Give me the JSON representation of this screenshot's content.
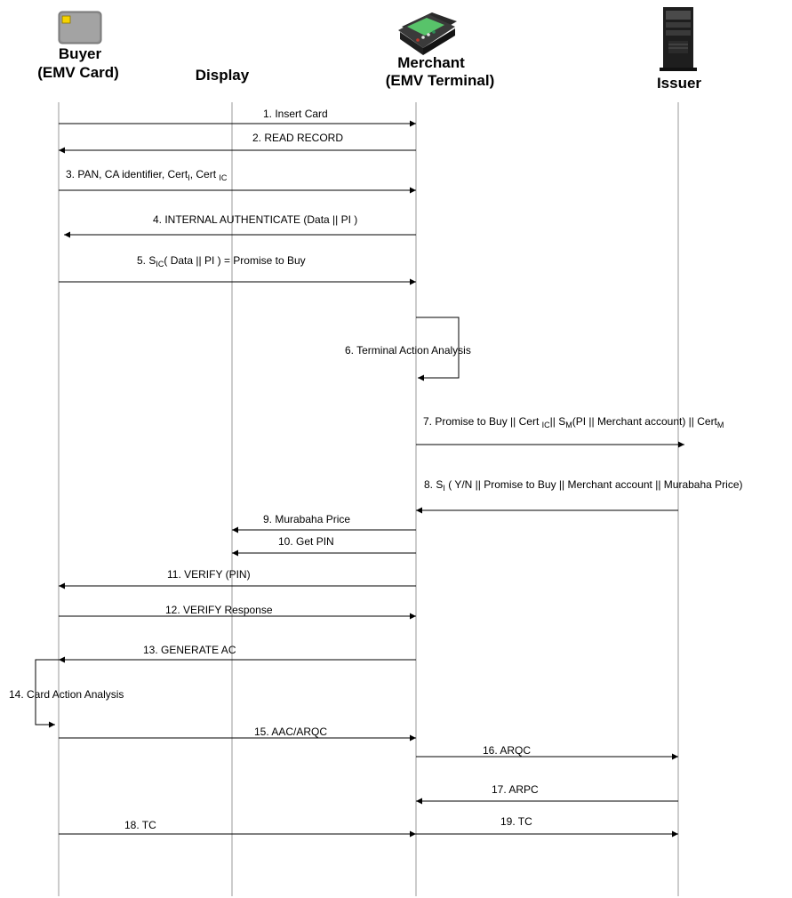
{
  "actors": [
    {
      "id": "buyer",
      "lines": [
        "Buyer",
        "(EMV Card)"
      ],
      "icon": "smart-card-icon"
    },
    {
      "id": "display",
      "lines": [
        "Display"
      ],
      "icon": ""
    },
    {
      "id": "merchant",
      "lines": [
        "Merchant",
        "(EMV Terminal)"
      ],
      "icon": "payment-terminal-icon"
    },
    {
      "id": "issuer",
      "lines": [
        "Issuer"
      ],
      "icon": "server-tower-icon"
    }
  ],
  "messages": [
    {
      "step": 1,
      "from": "buyer",
      "to": "merchant",
      "segments": [
        {
          "t": "1. Insert Card"
        }
      ]
    },
    {
      "step": 2,
      "from": "merchant",
      "to": "buyer",
      "segments": [
        {
          "t": "2.  READ RECORD"
        }
      ]
    },
    {
      "step": 3,
      "from": "buyer",
      "to": "merchant",
      "segments": [
        {
          "t": "3.  PAN, CA identifier, Cert"
        },
        {
          "t": "I",
          "sub": true
        },
        {
          "t": ", Cert "
        },
        {
          "t": "IC",
          "sub": true
        }
      ]
    },
    {
      "step": 4,
      "from": "merchant",
      "to": "buyer",
      "segments": [
        {
          "t": "4.  INTERNAL AUTHENTICATE (Data || PI )"
        }
      ]
    },
    {
      "step": 5,
      "from": "buyer",
      "to": "merchant",
      "segments": [
        {
          "t": "5. S"
        },
        {
          "t": "IC",
          "sub": true
        },
        {
          "t": "( Data || PI )      = Promise to Buy"
        }
      ]
    },
    {
      "step": 6,
      "from": "merchant",
      "to": "merchant",
      "segments": [
        {
          "t": "6. Terminal Action Analysis"
        }
      ]
    },
    {
      "step": 7,
      "from": "merchant",
      "to": "issuer",
      "segments": [
        {
          "t": "7. Promise to Buy || Cert "
        },
        {
          "t": "IC",
          "sub": true
        },
        {
          "t": "|| S"
        },
        {
          "t": "M",
          "sub": true
        },
        {
          "t": "(PI || Merchant account) || Cert"
        },
        {
          "t": "M",
          "sub": true
        }
      ]
    },
    {
      "step": 8,
      "from": "issuer",
      "to": "merchant",
      "segments": [
        {
          "t": "8. S"
        },
        {
          "t": "I",
          "sub": true
        },
        {
          "t": " ( Y/N || Promise to Buy || Merchant account || Murabaha Price)"
        }
      ]
    },
    {
      "step": 9,
      "from": "merchant",
      "to": "display",
      "segments": [
        {
          "t": "9. Murabaha Price"
        }
      ]
    },
    {
      "step": 10,
      "from": "merchant",
      "to": "display",
      "segments": [
        {
          "t": "10. Get  PIN"
        }
      ]
    },
    {
      "step": 11,
      "from": "merchant",
      "to": "buyer",
      "segments": [
        {
          "t": "11. VERIFY (PIN)"
        }
      ]
    },
    {
      "step": 12,
      "from": "buyer",
      "to": "merchant",
      "segments": [
        {
          "t": "12. VERIFY Response"
        }
      ]
    },
    {
      "step": 13,
      "from": "merchant",
      "to": "buyer",
      "segments": [
        {
          "t": "13. GENERATE  AC"
        }
      ]
    },
    {
      "step": 14,
      "from": "buyer",
      "to": "buyer",
      "segments": [
        {
          "t": "14. Card Action Analysis"
        }
      ]
    },
    {
      "step": 15,
      "from": "buyer",
      "to": "merchant",
      "segments": [
        {
          "t": "15. AAC/ARQC"
        }
      ]
    },
    {
      "step": 16,
      "from": "merchant",
      "to": "issuer",
      "segments": [
        {
          "t": "16.  ARQC"
        }
      ]
    },
    {
      "step": 17,
      "from": "issuer",
      "to": "merchant",
      "segments": [
        {
          "t": "17. ARPC"
        }
      ]
    },
    {
      "step": 18,
      "from": "buyer",
      "to": "merchant",
      "segments": [
        {
          "t": "18.  TC"
        }
      ]
    },
    {
      "step": 19,
      "from": "merchant",
      "to": "issuer",
      "segments": [
        {
          "t": "19.  TC"
        }
      ]
    }
  ]
}
